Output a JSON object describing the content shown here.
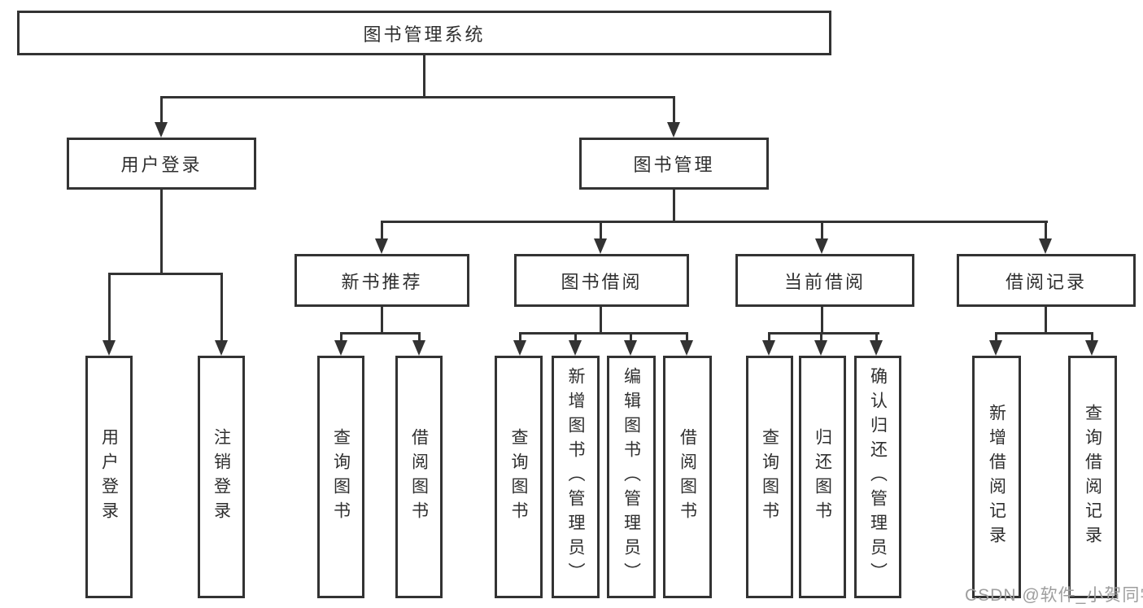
{
  "tree": {
    "root": {
      "label": "图书管理系统",
      "children": [
        {
          "label": "用户登录",
          "children": [
            {
              "label": "用户登录"
            },
            {
              "label": "注销登录"
            }
          ]
        },
        {
          "label": "图书管理",
          "children": [
            {
              "label": "新书推荐",
              "children": [
                {
                  "label": "查询图书"
                },
                {
                  "label": "借阅图书"
                }
              ]
            },
            {
              "label": "图书借阅",
              "children": [
                {
                  "label": "查询图书"
                },
                {
                  "label": "新增图书（管理员）"
                },
                {
                  "label": "编辑图书（管理员）"
                },
                {
                  "label": "借阅图书"
                }
              ]
            },
            {
              "label": "当前借阅",
              "children": [
                {
                  "label": "查询图书"
                },
                {
                  "label": "归还图书"
                },
                {
                  "label": "确认归还（管理员）"
                }
              ]
            },
            {
              "label": "借阅记录",
              "children": [
                {
                  "label": "新增借阅记录"
                },
                {
                  "label": "查询借阅记录"
                }
              ]
            }
          ]
        }
      ]
    }
  },
  "watermark": {
    "text": "CSDN @软件_小贺同学"
  },
  "colors": {
    "line": "#333333",
    "text": "#2f2f2f",
    "watermark": "#9e9e9e",
    "background": "#ffffff"
  }
}
